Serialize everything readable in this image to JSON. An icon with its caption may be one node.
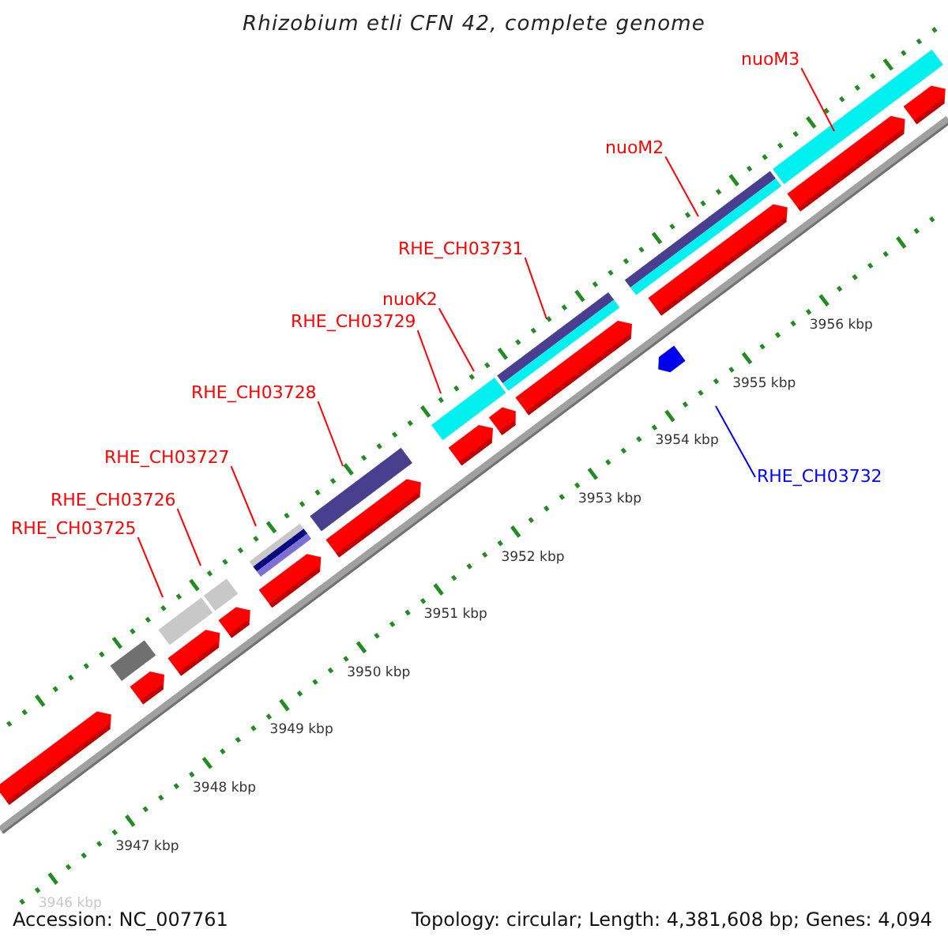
{
  "diagram": {
    "title": "Rhizobium etli CFN 42, complete genome",
    "nodes": [
      {
        "text": [
          "nuoM3"
        ]
      },
      {
        "text": [
          "nuoM2"
        ]
      },
      {
        "text": [
          "RHE_CH03731"
        ]
      },
      {
        "text": [
          "nuoK2"
        ]
      },
      {
        "text": [
          "RHE_CH03729"
        ]
      },
      {
        "text": [
          "RHE_CH03728"
        ]
      },
      {
        "text": [
          "RHE_CH03727"
        ]
      },
      {
        "text": [
          "RHE_CH03726"
        ]
      },
      {
        "text": [
          "RHE_CH03725"
        ]
      },
      {
        "text": [
          "RHE_CH03732"
        ]
      }
    ],
    "edges": [
      {
        "from": 0,
        "to": null,
        "arrow": "none"
      },
      {
        "from": 1,
        "to": null,
        "arrow": "none"
      },
      {
        "from": 2,
        "to": null,
        "arrow": "none"
      },
      {
        "from": 3,
        "to": null,
        "arrow": "none"
      },
      {
        "from": 4,
        "to": null,
        "arrow": "none"
      },
      {
        "from": 5,
        "to": null,
        "arrow": "none"
      },
      {
        "from": 6,
        "to": null,
        "arrow": "none"
      },
      {
        "from": 7,
        "to": null,
        "arrow": "none"
      },
      {
        "from": 8,
        "to": null,
        "arrow": "none"
      },
      {
        "from": 9,
        "to": null,
        "arrow": "none",
        "color": "#0000ff"
      }
    ],
    "labels": [
      "3956 kbp",
      "3955 kbp",
      "3954 kbp",
      "3953 kbp",
      "3952 kbp",
      "3951 kbp",
      "3950 kbp",
      "3949 kbp",
      "3948 kbp",
      "3947 kbp",
      "3946 kbp",
      "Accession: NC_007761",
      "Topology: circular; Length: 4,381,608 bp; Genes: 4,094"
    ]
  }
}
